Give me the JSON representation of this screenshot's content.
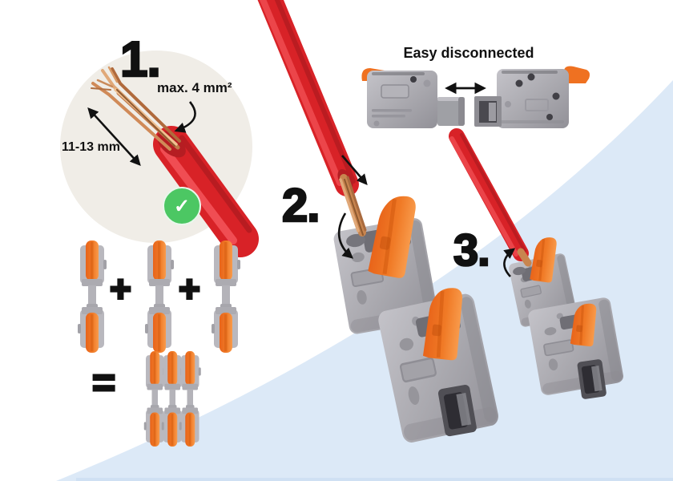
{
  "title": "Wire connector usage instructions",
  "palette": {
    "background": "#ffffff",
    "blue_band": "#dce9f7",
    "blue_band_edge": "#cfe0f3",
    "circle_background": "#f0ede7",
    "wire_red": "#d82227",
    "copper": "#c8854f",
    "lever_orange": "#f07a26",
    "body_gray": "#aaa9af",
    "check_green": "#4cc763",
    "text_black": "#111111"
  },
  "steps": {
    "step1": {
      "number": "1.",
      "max_label": "max. 4 mm²",
      "length_label": "11-13 mm",
      "check_icon": "✓"
    },
    "step2": {
      "number": "2."
    },
    "step3": {
      "number": "3."
    }
  },
  "combine": {
    "plus1": "+",
    "plus2": "+",
    "equals": "="
  },
  "disconnect": {
    "title": "Easy disconnected"
  }
}
